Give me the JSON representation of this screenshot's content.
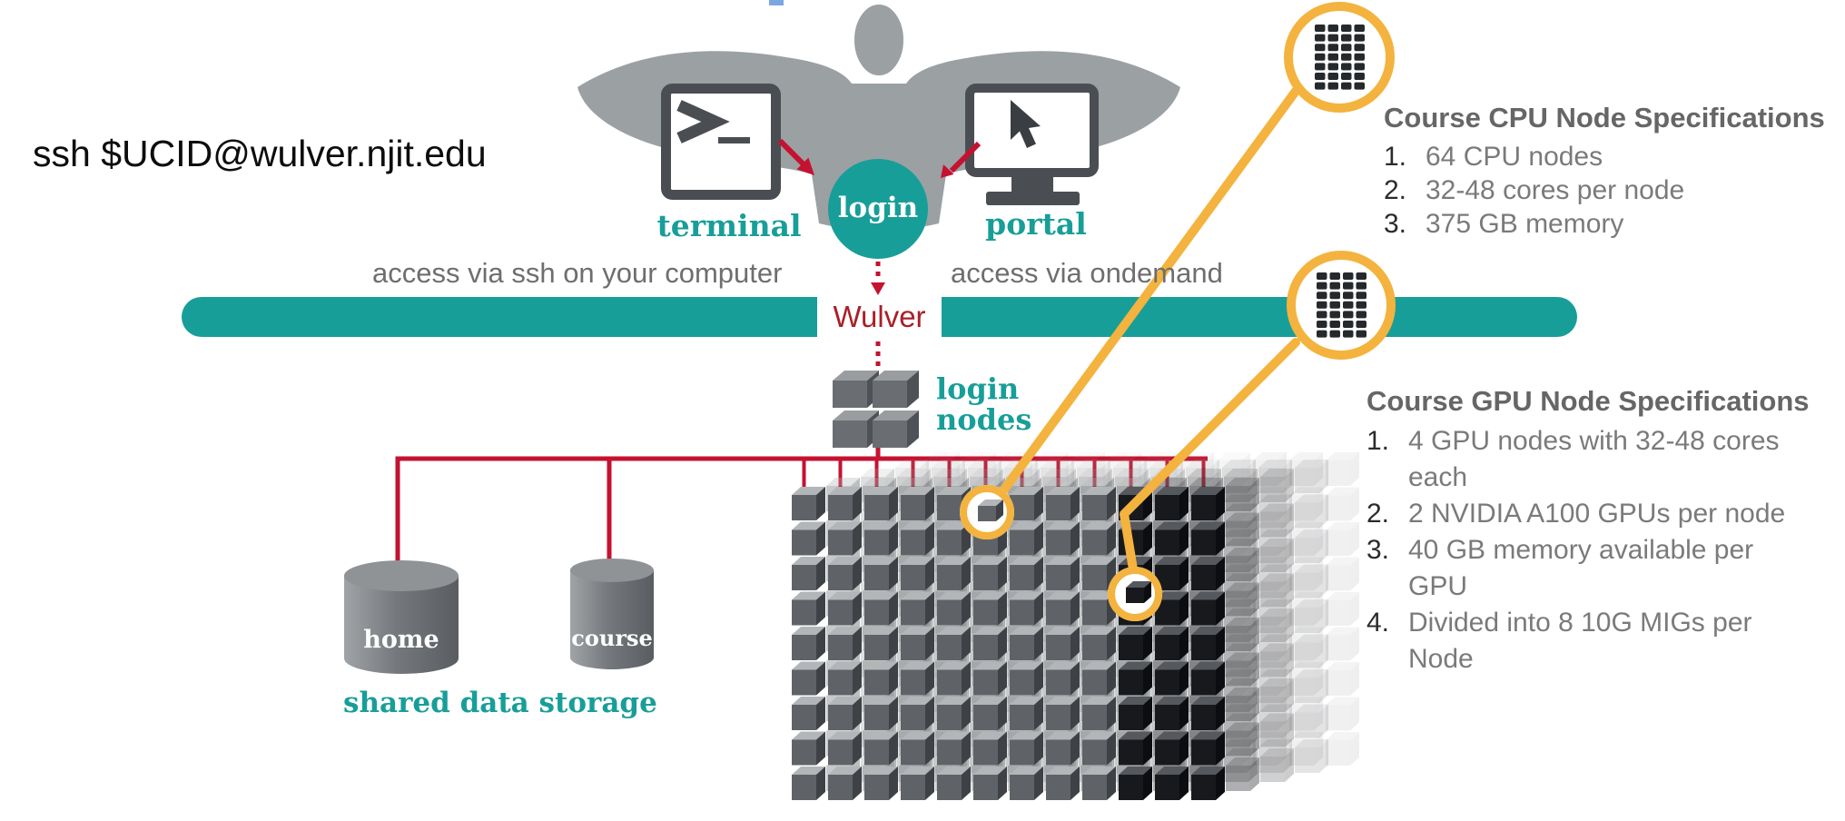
{
  "ssh_command": "ssh $UCID@wulver.njit.edu",
  "access_row": {
    "terminal_label": "terminal",
    "portal_label": "portal",
    "login_badge": "login",
    "left_caption": "access via ssh on your computer",
    "right_caption": "access via ondemand"
  },
  "cluster_bar": {
    "name": "Wulver"
  },
  "login_nodes": {
    "line1": "login",
    "line2": "nodes"
  },
  "storage": {
    "home_label": "home",
    "course_label": "course",
    "caption": "shared data storage"
  },
  "cpu_specs": {
    "title": "Course CPU Node Specifications",
    "items": [
      {
        "num": "1.",
        "text": "64 CPU nodes"
      },
      {
        "num": "2.",
        "text": "32-48 cores per node"
      },
      {
        "num": "3.",
        "text": "375 GB memory"
      }
    ]
  },
  "gpu_specs": {
    "title": "Course GPU Node Specifications",
    "items": [
      {
        "num": "1.",
        "text": "4 GPU nodes with 32-48 cores each"
      },
      {
        "num": "2.",
        "text": "2 NVIDIA A100 GPUs per node"
      },
      {
        "num": "3.",
        "text": "40 GB memory available per GPU"
      },
      {
        "num": "4.",
        "text": "Divided into 8 10G MIGs per Node"
      }
    ]
  },
  "colors": {
    "teal": "#189E99",
    "red": "#C41230",
    "dark_red": "#A92028",
    "yellow": "#F3B33E",
    "gray_text": "#6E6E6E",
    "icon_gray": "#4A4E53",
    "person_gray": "#9BA0A3",
    "cube_front": "#5F6367",
    "cube_top": "#B3B6B8",
    "cube_side": "#3E4246",
    "dark_cube_front": "#17191D",
    "dark_cube_top": "#55585C",
    "dark_cube_side": "#0B0D10",
    "rack_cell": "#26292C"
  }
}
